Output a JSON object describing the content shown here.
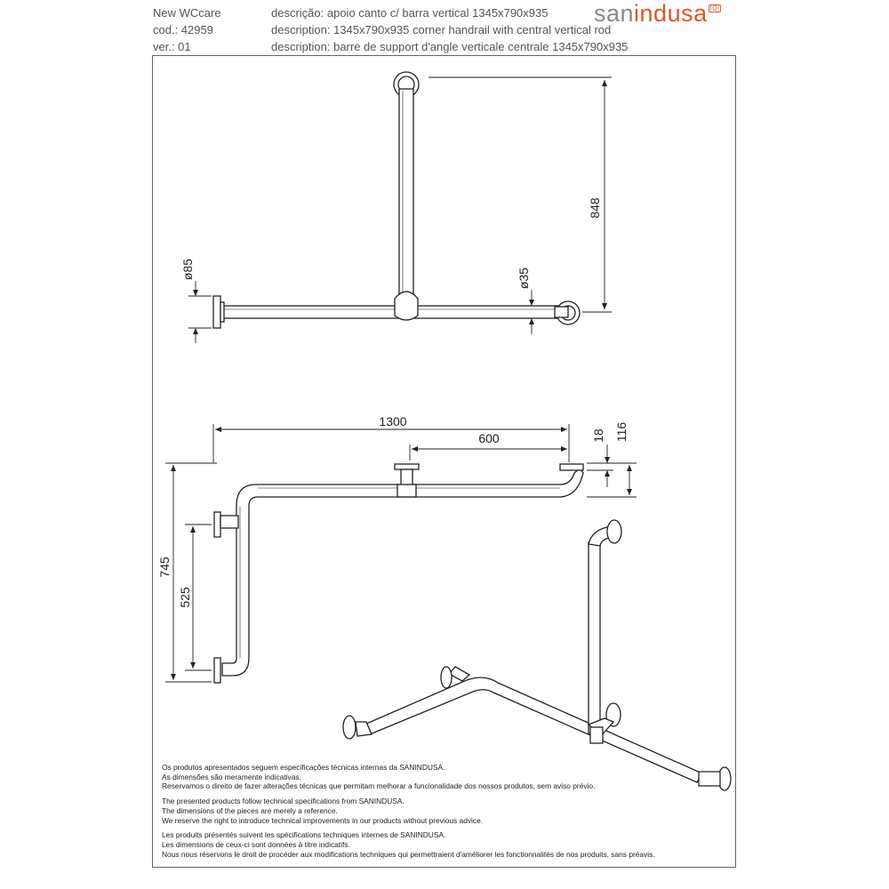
{
  "header": {
    "brand": "New WCcare",
    "code": "cod.: 42959",
    "version": "ver.: 01",
    "desc_pt": "descrição: apoio canto c/ barra vertical 1345x790x935",
    "desc_en": "description: 1345x790x935 corner handrail with central vertical rod",
    "desc_fr": "description: barre de support d'angle verticale centrale 1345x790x935"
  },
  "logo": {
    "part1": "san",
    "part2": "indusa",
    "mark": "IQI"
  },
  "dimensions": {
    "d848": "848",
    "d85": "ø85",
    "d35": "ø35",
    "d1300": "1300",
    "d600": "600",
    "d18": "18",
    "d116": "116",
    "d745": "745",
    "d525": "525"
  },
  "notes": {
    "pt": [
      "Os produtos apresentados seguem especificações técnicas internas da SANINDUSA.",
      "As dimensões são meramente indicativas.",
      "Reservamos o direito de fazer alterações técnicas que permitam melhorar a funcionalidade dos nossos produtos, sem aviso prévio."
    ],
    "en": [
      "The presented products follow technical specifications from SANINDUSA.",
      "The dimensions of the pieces are merely a reference.",
      "We reserve the right to introduce technical improvements in our products without previous advice."
    ],
    "fr": [
      "Les produits présentés suivent les spécifications techniques internes de SANINDUSA.",
      "Les dimensions de ceux-ci sont données à titre indicatifs.",
      "Nous nous réservons le droit de procéder aux modifications techniques qui permettraient d'améliorer les fonctionnalités de nos produits, sans préavis."
    ]
  },
  "colors": {
    "brand_orange": "#e1542b",
    "brand_grey": "#888888"
  }
}
